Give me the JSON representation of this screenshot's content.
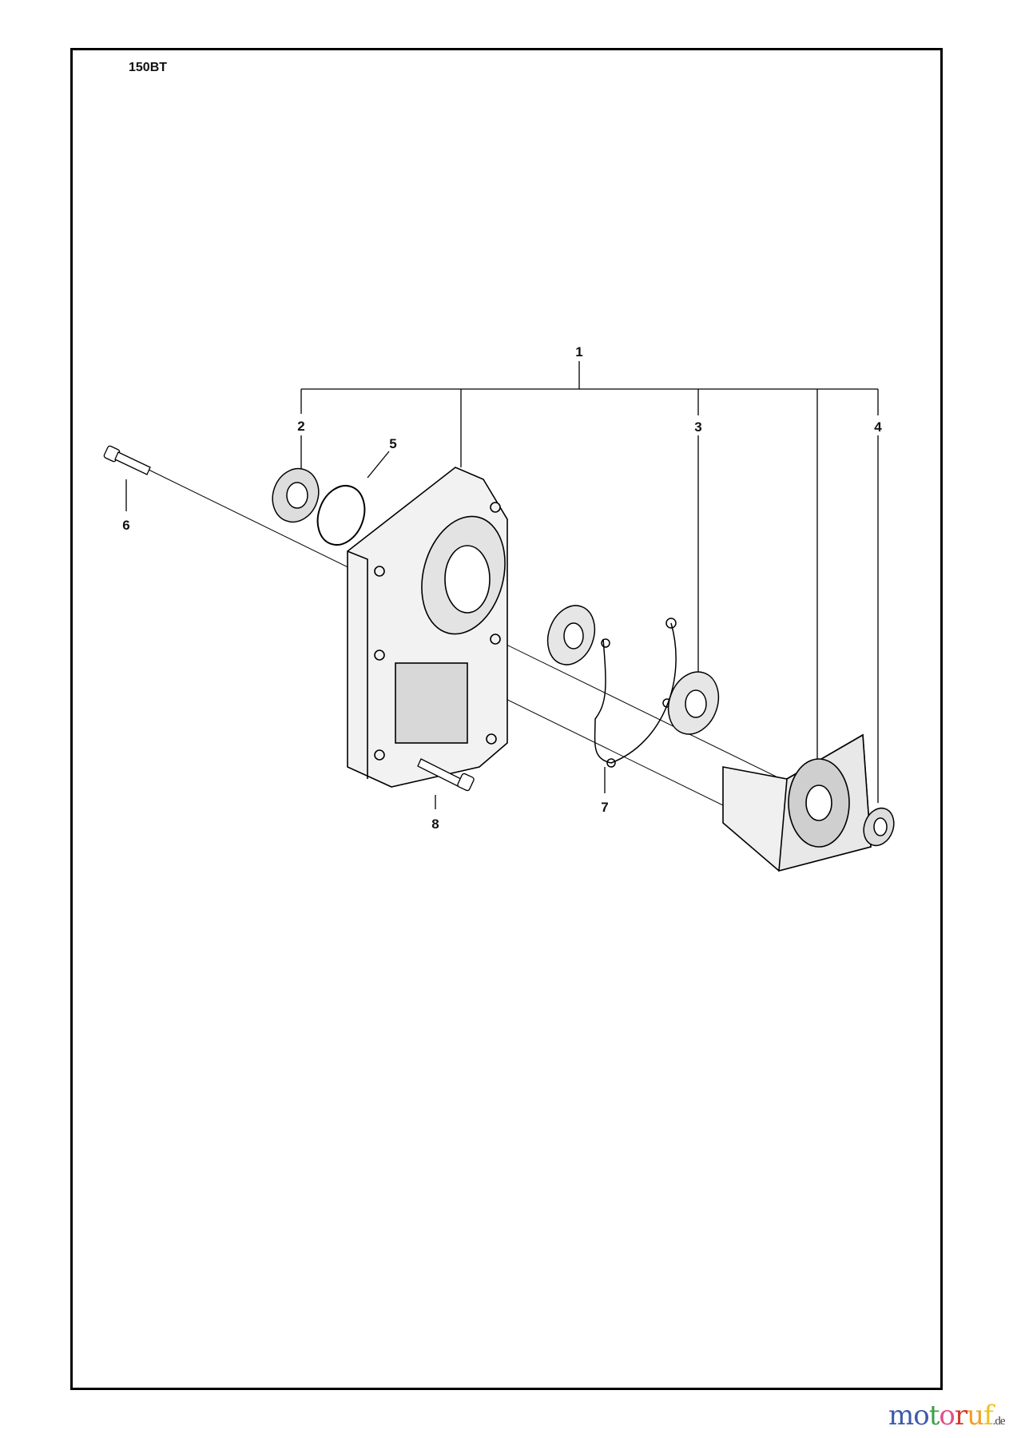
{
  "model": "150BT",
  "callouts": [
    "1",
    "2",
    "3",
    "4",
    "5",
    "6",
    "7",
    "8"
  ],
  "watermark": {
    "letters": [
      "m",
      "o",
      "t",
      "o",
      "r",
      "u",
      "f"
    ],
    "suffix": ".de",
    "colors": [
      "#3b5bab",
      "#3b5bab",
      "#3aa04a",
      "#e0508a",
      "#d03a2a",
      "#f0a020",
      "#f0c020"
    ]
  }
}
